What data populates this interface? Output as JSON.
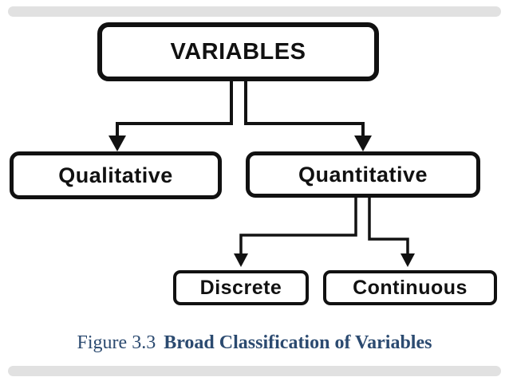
{
  "diagram": {
    "root": {
      "label": "VARIABLES"
    },
    "level1": [
      {
        "label": "Qualitative"
      },
      {
        "label": "Quantitative"
      }
    ],
    "level2": [
      {
        "label": "Discrete"
      },
      {
        "label": "Continuous"
      }
    ]
  },
  "caption": {
    "figure_label": "Figure 3.3",
    "title": "Broad Classification of Variables"
  },
  "colors": {
    "background": "#ffffff",
    "line": "#121212",
    "box_border": "#111111",
    "caption_text": "#2b4a70",
    "slide_edge": "#e1e1e1"
  }
}
